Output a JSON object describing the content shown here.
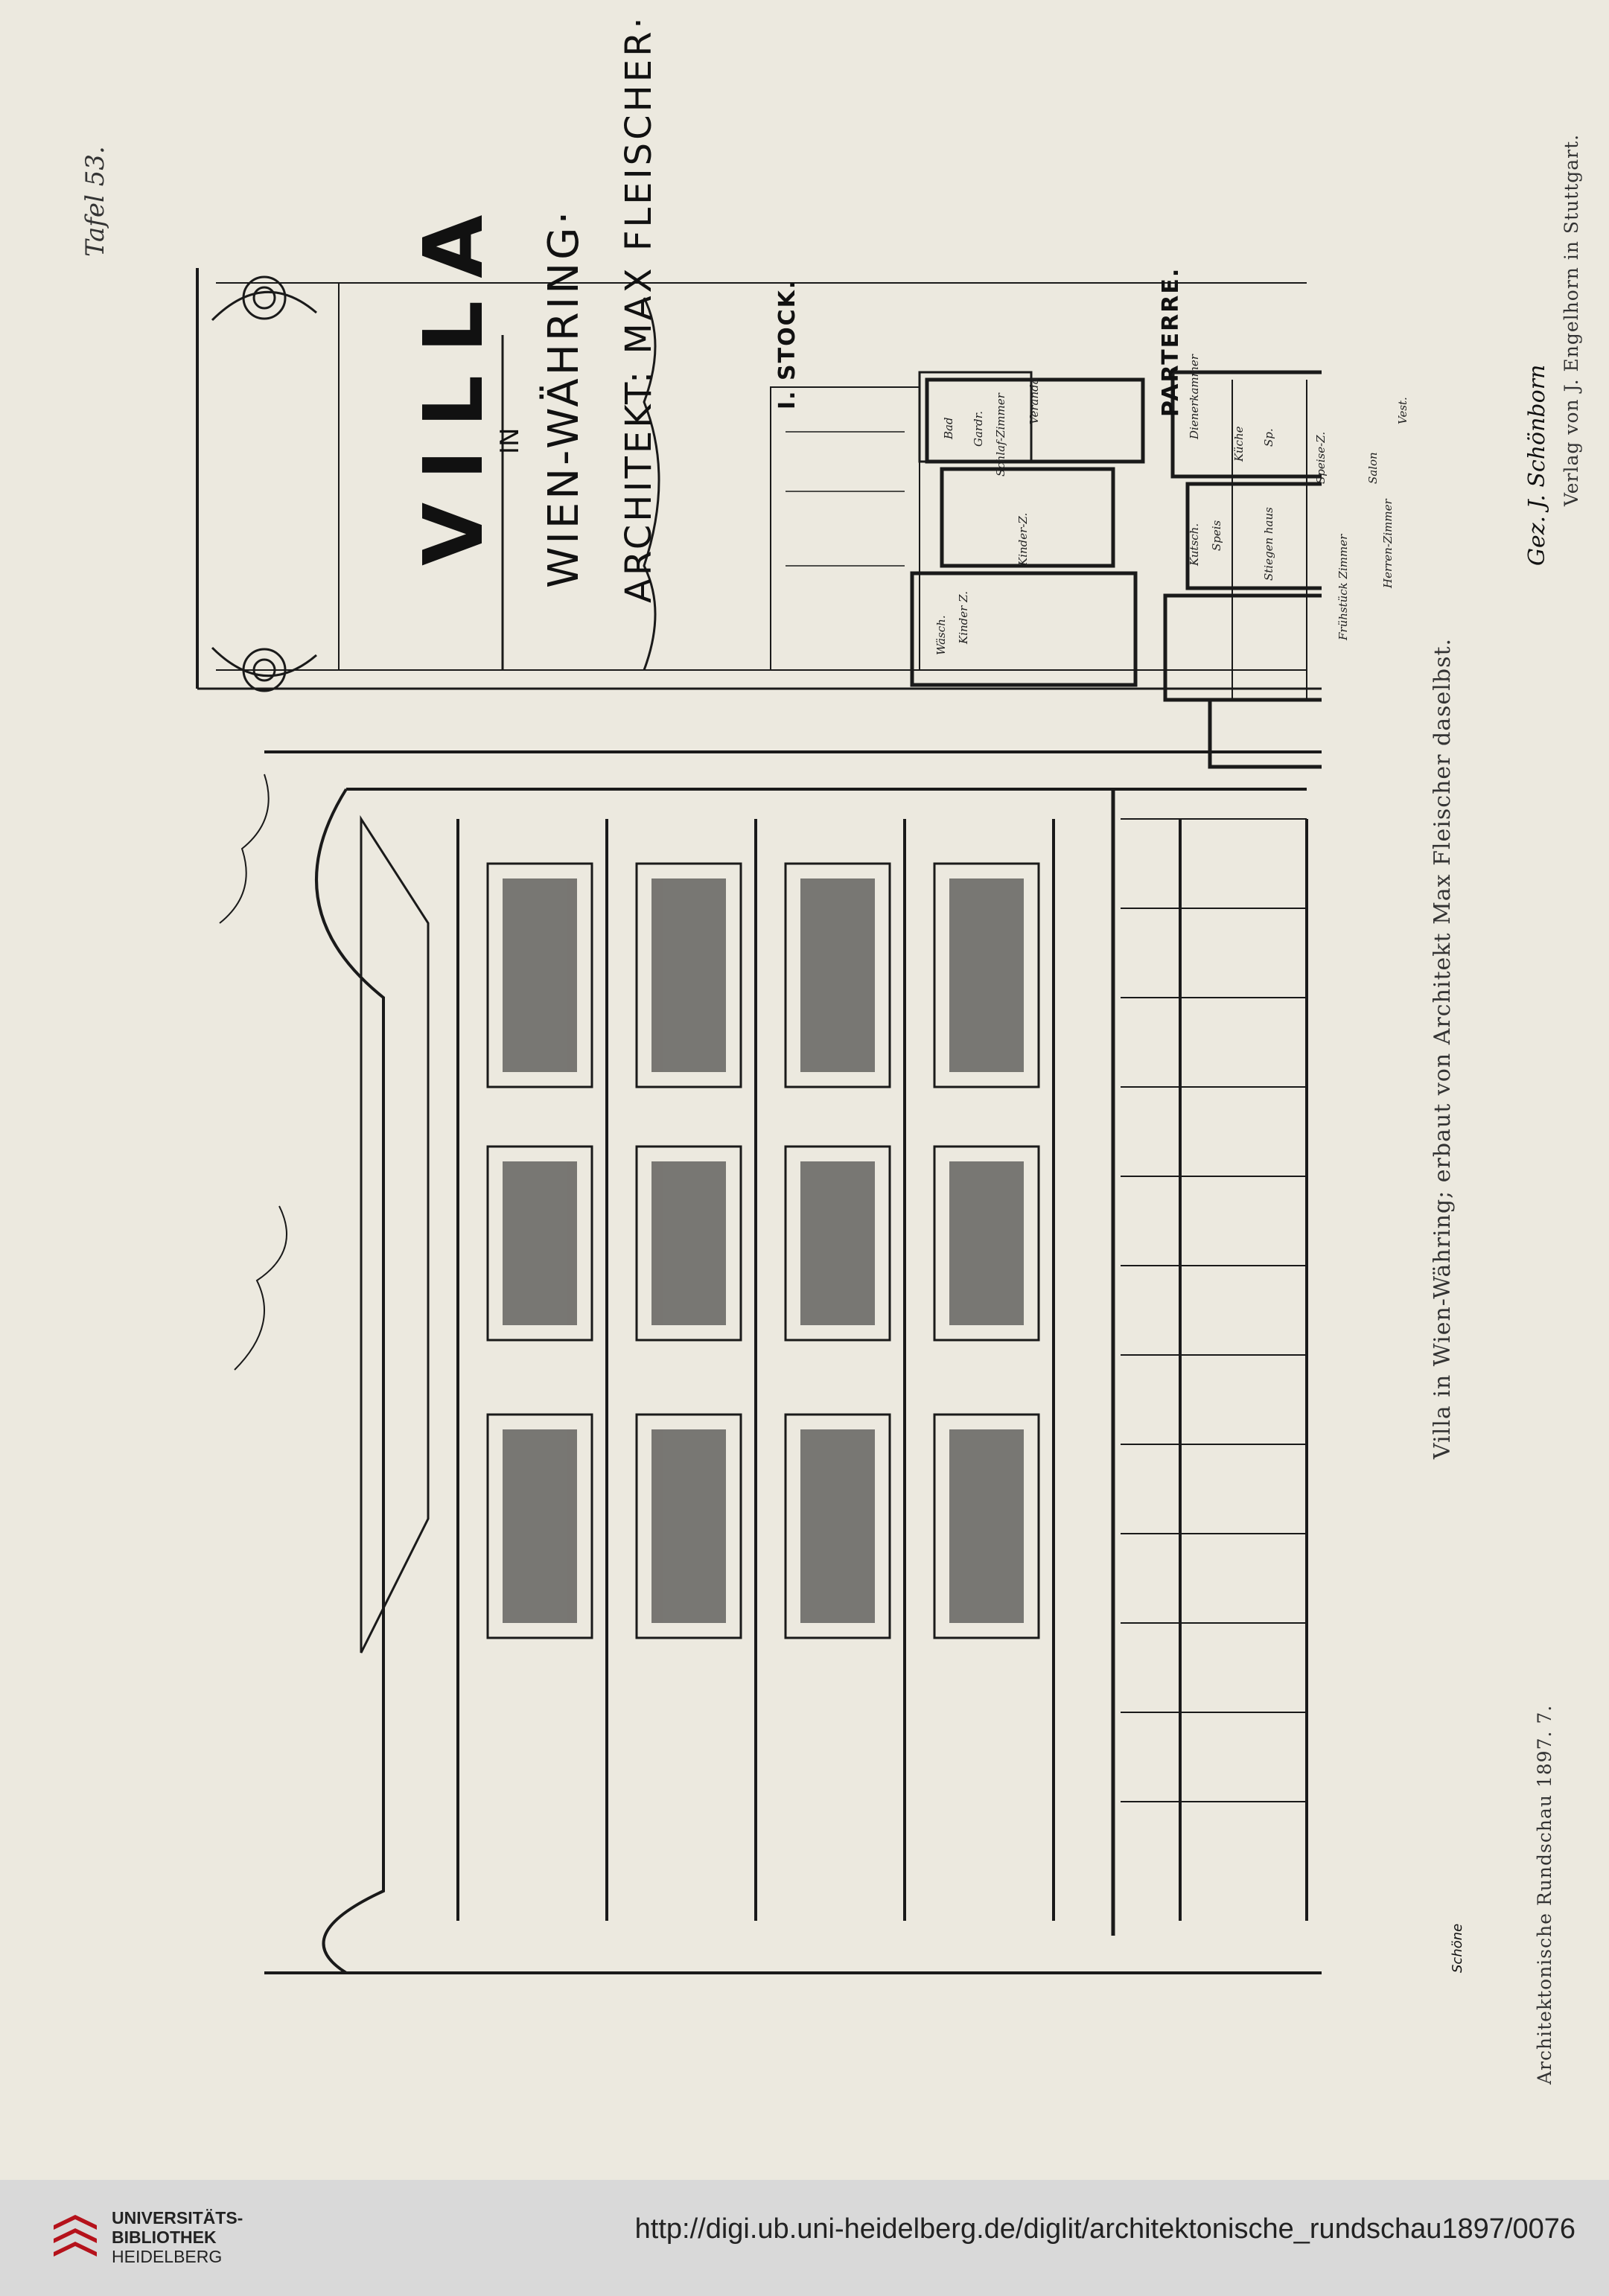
{
  "plate": {
    "number": "Tafel 53."
  },
  "caption": "Villa in Wien-Währing; erbaut von Architekt Max Fleischer daselbst.",
  "publisher": "Verlag von J. Engelhorn in Stuttgart.",
  "journal": "Architektonische Rundschau 1897. 7.",
  "title_block": {
    "line1": "VILLA",
    "line2": "IN",
    "line3": "WIEN-WÄHRING·",
    "line4": "ARCHITEKT: MAX FLEISCHER·"
  },
  "floor_plans": {
    "upper_heading": "I. STOCK.",
    "ground_heading": "PARTERRE.",
    "upper_rooms": [
      "Bad",
      "Gardr.",
      "Schlaf-Zimmer",
      "Veranda",
      "Kinder-Z.",
      "Kinder Z.",
      "Wäsch."
    ],
    "ground_rooms": [
      "Dienerkammer",
      "Küche",
      "Sp.",
      "Speise-Z.",
      "Salon",
      "Vest.",
      "Kutsch.",
      "Speis",
      "Stiegen haus",
      "Herren-Zimmer",
      "Frühstück Zimmer"
    ]
  },
  "signature": "Gez. J. Schönborn",
  "artist_mark": "Schöne",
  "footer": {
    "library_lines": [
      "UNIVERSITÄTS-",
      "BIBLIOTHEK",
      "HEIDELBERG"
    ],
    "url": "http://digi.ub.uni-heidelberg.de/diglit/architektonische_rundschau1897/0076"
  },
  "colors": {
    "page": "#ece9df",
    "footer": "#d9d9d9",
    "ink": "#1a1a1a",
    "logo_red": "#b5121b"
  }
}
